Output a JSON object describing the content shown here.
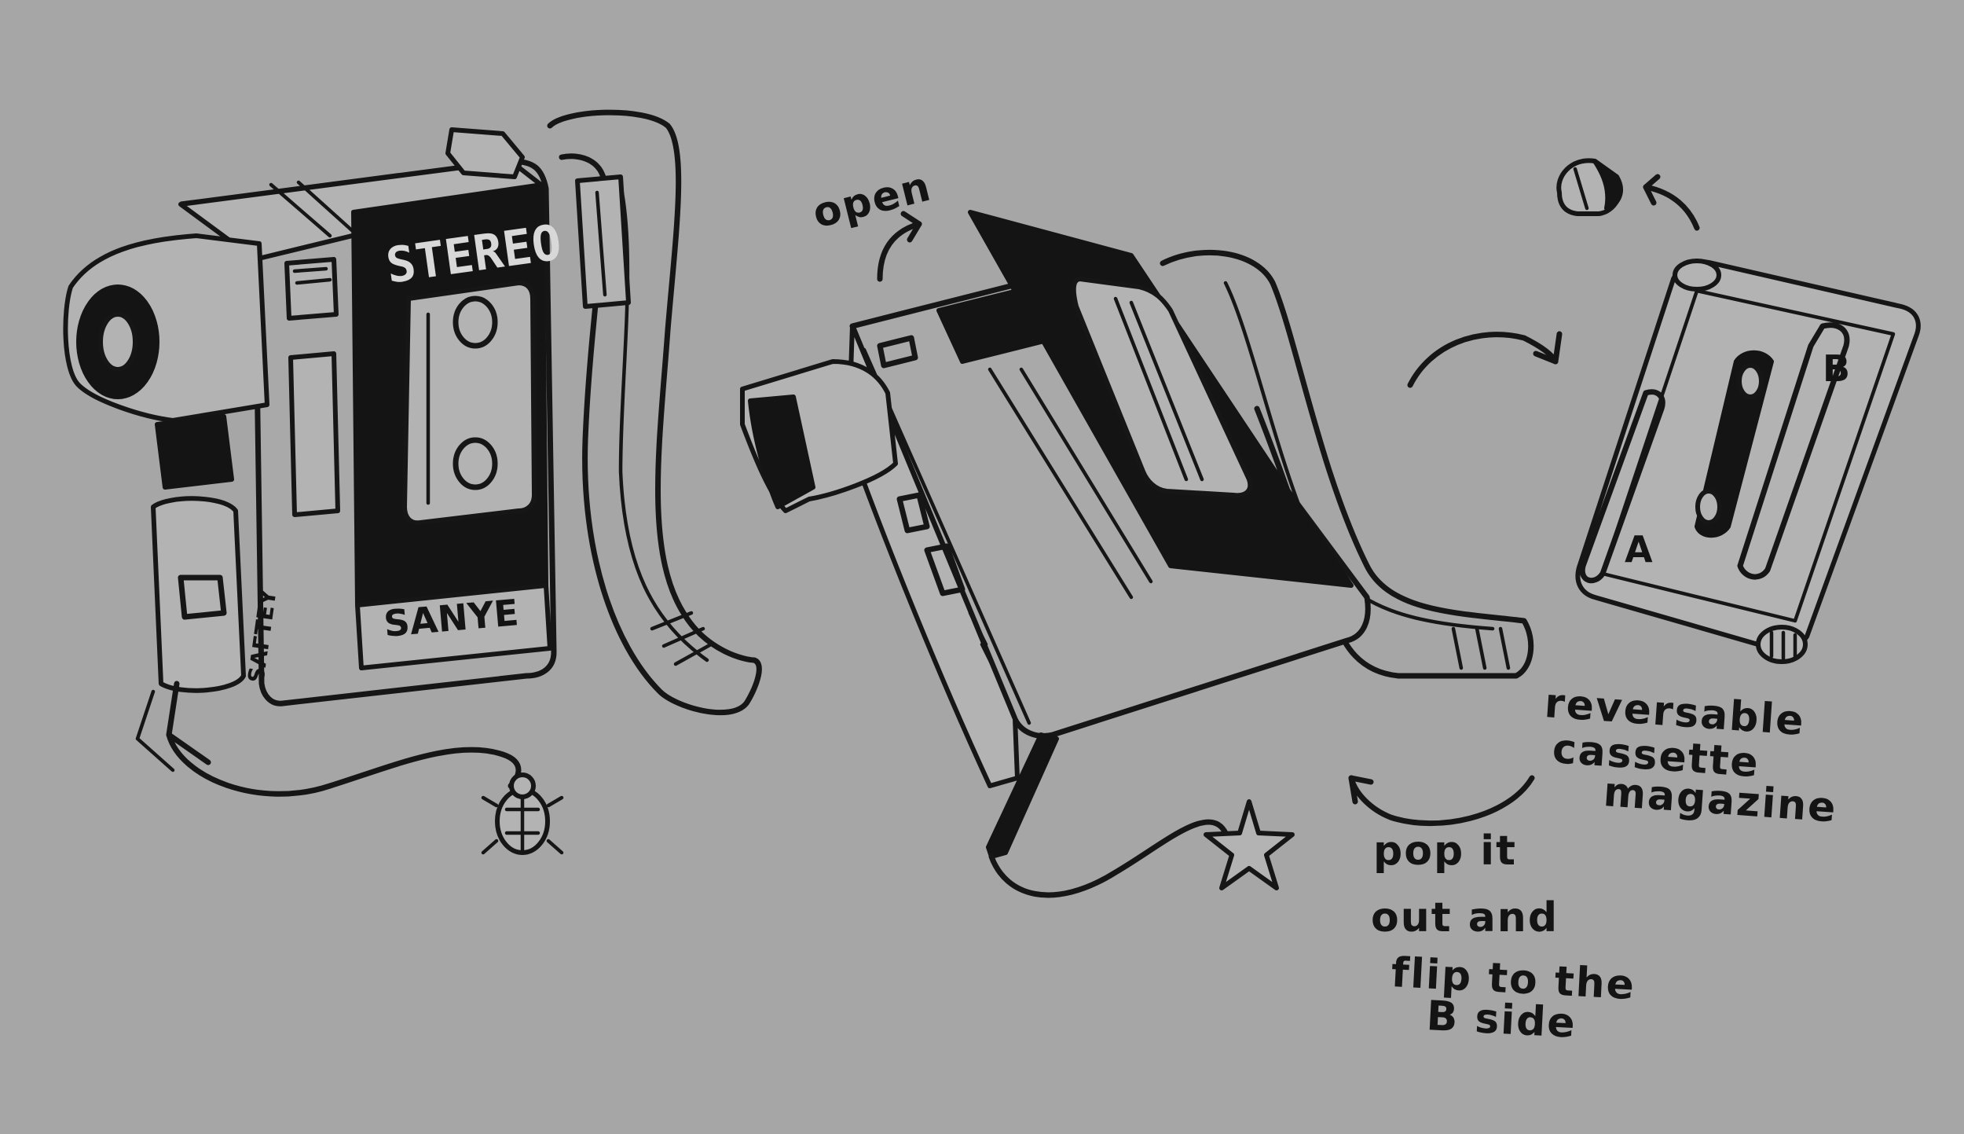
{
  "walkman": {
    "stereo_label": "STEREO",
    "brand_label": "SANYE",
    "safety_label": "SAFTEY"
  },
  "annotations": {
    "open": "open",
    "magazine_line1": "reversable",
    "magazine_line2": "cassette",
    "magazine_line3": "magazine",
    "pop_line1": "pop it",
    "pop_line2": "out and",
    "pop_line3": "flip to the",
    "pop_line4": "B side"
  },
  "cassette": {
    "side_a": "A",
    "side_b": "B"
  },
  "colors": {
    "background": "#a6a6a6",
    "ink": "#161616"
  }
}
